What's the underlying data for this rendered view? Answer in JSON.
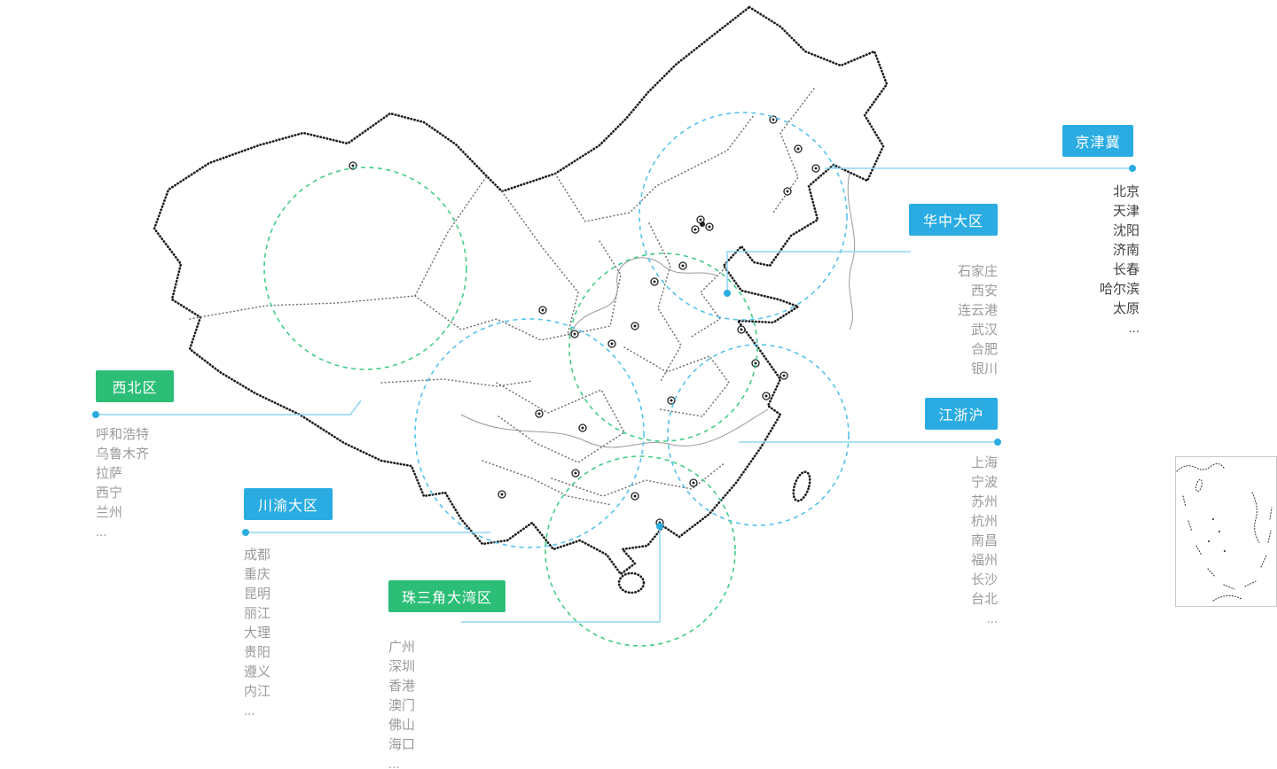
{
  "regions": [
    {
      "id": "jingjinji",
      "label": "京津冀",
      "color": "blue",
      "cities": [
        "北京",
        "天津",
        "沈阳",
        "济南",
        "长春",
        "哈尔滨",
        "太原",
        "..."
      ]
    },
    {
      "id": "huazhong",
      "label": "华中大区",
      "color": "blue",
      "cities": [
        "石家庄",
        "西安",
        "连云港",
        "武汉",
        "合肥",
        "银川"
      ]
    },
    {
      "id": "xibei",
      "label": "西北区",
      "color": "green",
      "cities": [
        "呼和浩特",
        "乌鲁木齐",
        "拉萨",
        "西宁",
        "兰州",
        "..."
      ]
    },
    {
      "id": "jiangzhehu",
      "label": "江浙沪",
      "color": "blue",
      "cities": [
        "上海",
        "宁波",
        "苏州",
        "杭州",
        "南昌",
        "福州",
        "长沙",
        "台北",
        "..."
      ]
    },
    {
      "id": "chuanyu",
      "label": "川渝大区",
      "color": "blue",
      "cities": [
        "成都",
        "重庆",
        "昆明",
        "丽江",
        "大理",
        "贵阳",
        "遵义",
        "内江",
        "..."
      ]
    },
    {
      "id": "zhusanjiao",
      "label": "珠三角大湾区",
      "color": "green",
      "cities": [
        "广州",
        "深圳",
        "香港",
        "澳门",
        "佛山",
        "海口",
        "..."
      ]
    }
  ],
  "colors": {
    "region_blue": "#2aace2",
    "region_green": "#2cbe77",
    "connector": "#8fd6f4",
    "city_text": "#9b9b9b",
    "city_text_dark": "#404040",
    "circle_blue": "#56c2ee",
    "circle_green": "#41cd86",
    "map_ink": "#1c1c1c",
    "map_province": "#6f6f6f",
    "river": "#9a9a9a",
    "inset_border": "#c9c9c9",
    "marker_ink": "#222222"
  }
}
